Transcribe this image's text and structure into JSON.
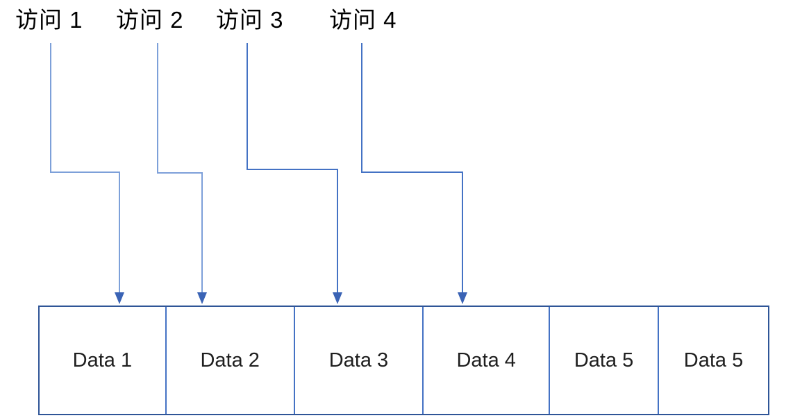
{
  "diagram": {
    "access_labels": [
      {
        "label": "访问 1"
      },
      {
        "label": "访问 2"
      },
      {
        "label": "访问 3"
      },
      {
        "label": "访问 4"
      }
    ],
    "data_blocks": [
      {
        "label": "Data 1"
      },
      {
        "label": "Data 2"
      },
      {
        "label": "Data 3"
      },
      {
        "label": "Data 4"
      },
      {
        "label": "Data 5"
      },
      {
        "label": "Data 5"
      }
    ],
    "colors": {
      "connector_line": "#7da0d9",
      "connector_dark": "#4472c4",
      "arrowhead": "#3a63b5",
      "box_border": "#2f5597",
      "cell_divider": "#4472c4",
      "label_text": "#000000",
      "cell_text": "#1f1f1f"
    }
  }
}
